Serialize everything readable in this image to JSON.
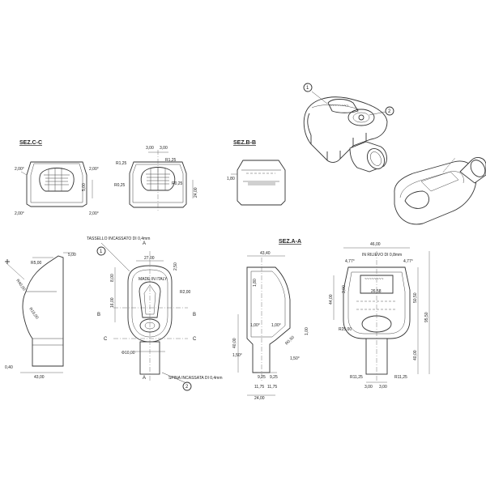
{
  "sections": {
    "cc": "SEZ.C-C",
    "bb": "SEZ.B-B",
    "aa": "SEZ.A-A"
  },
  "callouts": {
    "one": "1",
    "two": "2"
  },
  "notes": {
    "tassello": "TASSELLO INCASSATO DI 0,4mm",
    "spina": "SPINA INCASSATA DI 0,4mm",
    "rilievo": "IN RILIEVO DI 0,8mm",
    "made_in": "MADE IN ITALY",
    "logo": "~~~~~~~~"
  },
  "section_marks": {
    "a": "A",
    "b": "B",
    "c": "C"
  },
  "dims": {
    "cc_200a": "2,00°",
    "cc_200b": "2,00°",
    "cc_200c": "2,00°",
    "cc_200d": "2,00°",
    "cc_500": "5,00",
    "m_300a": "3,00",
    "m_300b": "3,00",
    "m_r125": "R1,25",
    "m_r125b": "R1,25",
    "m_r025": "R0,25",
    "m_r025b": "R0,25",
    "m_2400": "24,00",
    "bb_180": "1,80",
    "side_r5": "R5,00",
    "side_r4": "R40,00",
    "side_r15": "R15,00",
    "side_500": "5,00",
    "side_040": "0,40",
    "side_4300": "43,00",
    "front_2700": "27,00",
    "front_250": "2,50",
    "front_800": "8,00",
    "front_1600": "16,00",
    "front_r200": "R2,00",
    "front_phi": "Φ10,00",
    "aa_4340": "43,40",
    "aa_180": "1,80",
    "aa_100a": "1,00°",
    "aa_100b": "1,00°",
    "aa_4000": "40,00",
    "aa_150a": "1,50°",
    "aa_150b": "1,50°",
    "aa_r050": "R0,50",
    "aa_100": "1,00",
    "aa_925a": "9,25",
    "aa_925b": "9,25",
    "aa_1175a": "11,75",
    "aa_1175b": "11,75",
    "aa_2400": "24,00",
    "r_4600": "46,00",
    "r_477a": "4,77°",
    "r_477b": "4,77°",
    "r_300": "3,00",
    "r_4400": "44,00",
    "r_2658": "26,58",
    "r_r2500": "R25,00",
    "r_5050": "50,50",
    "r_9550": "95,50",
    "r_4000": "40,00",
    "r_r1125a": "R11,25",
    "r_r1125b": "R11,25",
    "r_300a": "3,00",
    "r_300b": "3,00"
  }
}
